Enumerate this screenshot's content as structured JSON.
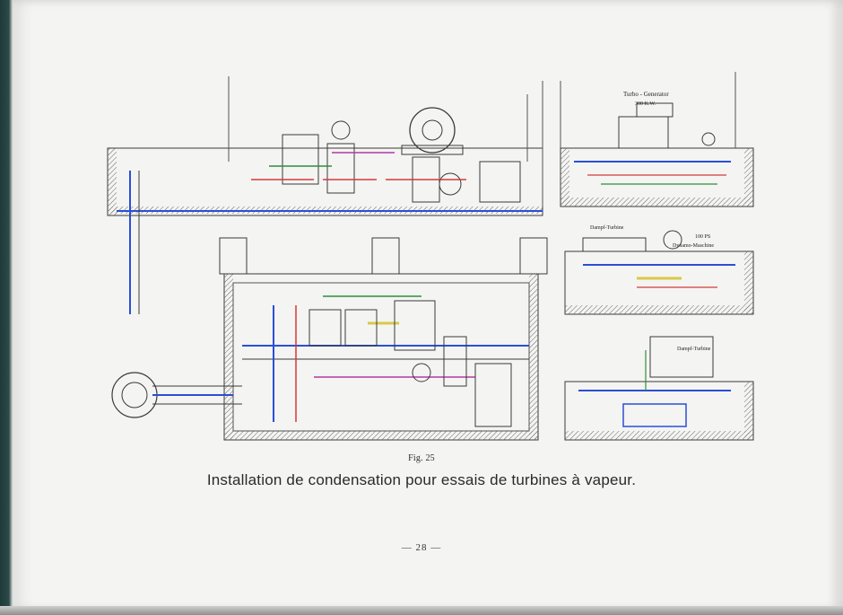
{
  "document": {
    "figure_label": "Fig. 25",
    "caption": "Installation de condensation pour essais de turbines à vapeur.",
    "page_number": "— 28 —",
    "drawing_labels": {
      "top_right_label_1": "Turbo - Generator",
      "top_right_label_2": "300 K.W.",
      "mid_right_label_1": "Dampf-Turbine",
      "mid_right_label_2": "100 PS",
      "mid_right_label_3": "Dynamo-Maschine",
      "bottom_right_label": "Dampf-Turbine"
    }
  },
  "colors": {
    "paper": "#f4f4f2",
    "ink": "#3a3a3a",
    "blue": "#2b4fd6",
    "red": "#d23a3a",
    "green": "#2f8f3a",
    "yellow": "#d7c94a",
    "magenta": "#b23aa5"
  }
}
